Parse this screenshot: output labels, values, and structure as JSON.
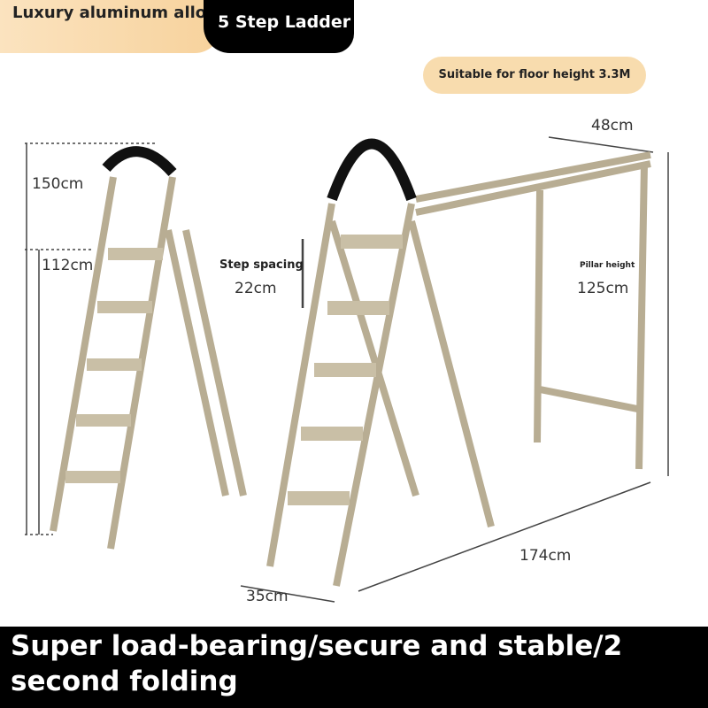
{
  "badges": {
    "material": "Luxury aluminum alloy",
    "product": "5 Step Ladder",
    "floor_height": "Suitable for floor height 3.3M"
  },
  "dimensions": {
    "height_total": "150cm",
    "height_platform": "112cm",
    "step_spacing_label": "Step spacing",
    "step_spacing": "22cm",
    "width_top": "48cm",
    "pillar_height_label": "Pillar height",
    "pillar_height": "125cm",
    "depth": "35cm",
    "length": "174cm"
  },
  "footer": {
    "text": "Super load-bearing/secure and stable/2 second folding"
  },
  "colors": {
    "frame": "#b8ad93",
    "badge_light": "#f8dcae",
    "dark": "#000000"
  }
}
